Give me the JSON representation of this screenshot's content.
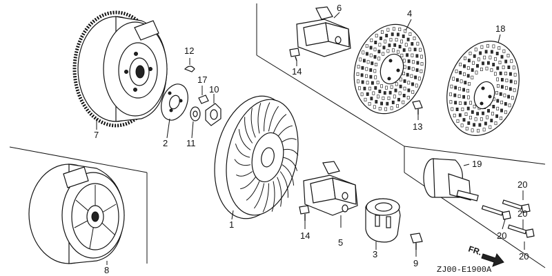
{
  "callouts": {
    "c1": "1",
    "c2": "2",
    "c3": "3",
    "c4": "4",
    "c5": "5",
    "c6": "6",
    "c7": "7",
    "c8": "8",
    "c9": "9",
    "c10": "10",
    "c11": "11",
    "c12": "12",
    "c13": "13",
    "c14a": "14",
    "c14b": "14",
    "c17": "17",
    "c18": "18",
    "c19": "19",
    "c20a": "20",
    "c20b": "20",
    "c20c": "20",
    "c20d": "20"
  },
  "direction_label": "FR.",
  "diagram_code": "ZJ00-E1900A"
}
